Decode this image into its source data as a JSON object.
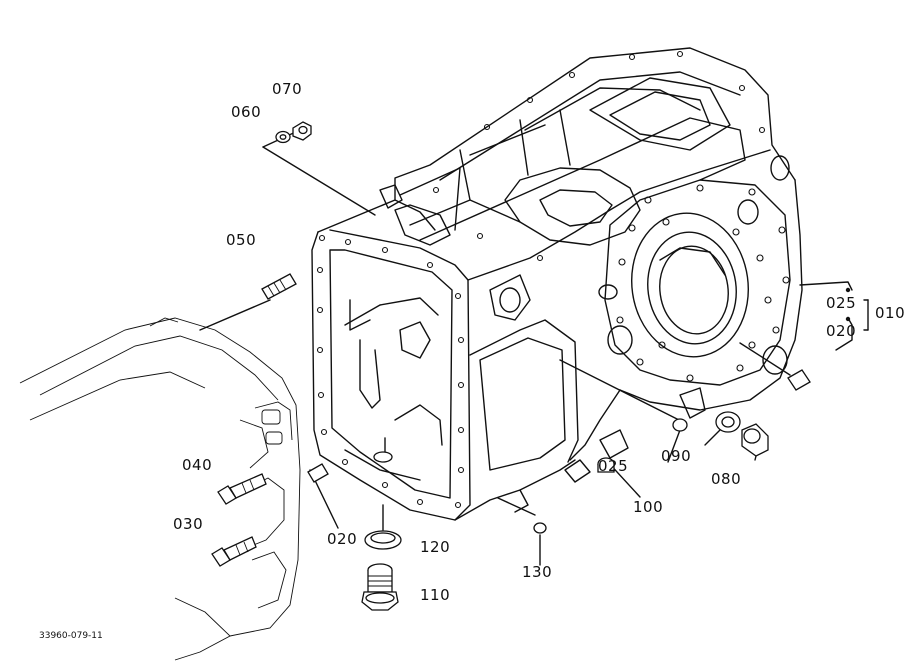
{
  "diagram": {
    "drawing_code": "33960-079-11",
    "part_labels": {
      "p010": "010",
      "p020a": "020",
      "p020b": "020",
      "p025a": "025",
      "p025b": "025",
      "p030": "030",
      "p040": "040",
      "p050": "050",
      "p060": "060",
      "p070": "070",
      "p080": "080",
      "p090": "090",
      "p100": "100",
      "p110": "110",
      "p120": "120",
      "p130": "130"
    }
  }
}
